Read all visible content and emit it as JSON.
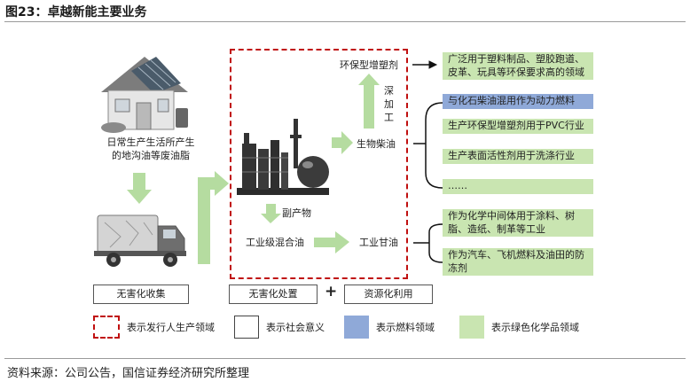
{
  "header": {
    "title": "图23：卓越新能主要业务"
  },
  "flow": {
    "source_label": "日常生产生活所产生\n的地沟油等废油脂",
    "product_top": "环保型增塑剂",
    "deep_processing": "深\n加\n工",
    "biodiesel": "生物柴油",
    "byproduct": "副产物",
    "crude_glycerol": "工业级混合油",
    "glycerol": "工业甘油"
  },
  "applications": {
    "plasticizer": "广泛用于塑料制品、塑胶跑道、\n皮革、玩具等环保要求高的领域",
    "biodiesel": [
      "与化石柴油混用作为动力燃料",
      "生产环保型增塑剂用于PVC行业",
      "生产表面活性剂用于洗涤行业",
      "……"
    ],
    "glycerol": [
      "作为化学中间体用于涂料、树\n脂、造纸、制革等工业",
      "作为汽车、飞机燃料及油田的防\n冻剂"
    ]
  },
  "stages": {
    "collection": "无害化收集",
    "processing": "无害化处置",
    "plus": "+",
    "utilization": "资源化利用"
  },
  "legend": [
    {
      "label": "表示发行人生产领域",
      "style": "red-dashed"
    },
    {
      "label": "表示社会意义",
      "style": "white-box"
    },
    {
      "label": "表示燃料领域",
      "style": "blue"
    },
    {
      "label": "表示绿色化学品领域",
      "style": "green"
    }
  ],
  "footer": {
    "source": "资料来源：公司公告，国信证券经济研究所整理"
  },
  "colors": {
    "green": "#c9e5b1",
    "blue": "#8fa9d8",
    "red": "#c01010",
    "arrow": "#b5dca0"
  }
}
